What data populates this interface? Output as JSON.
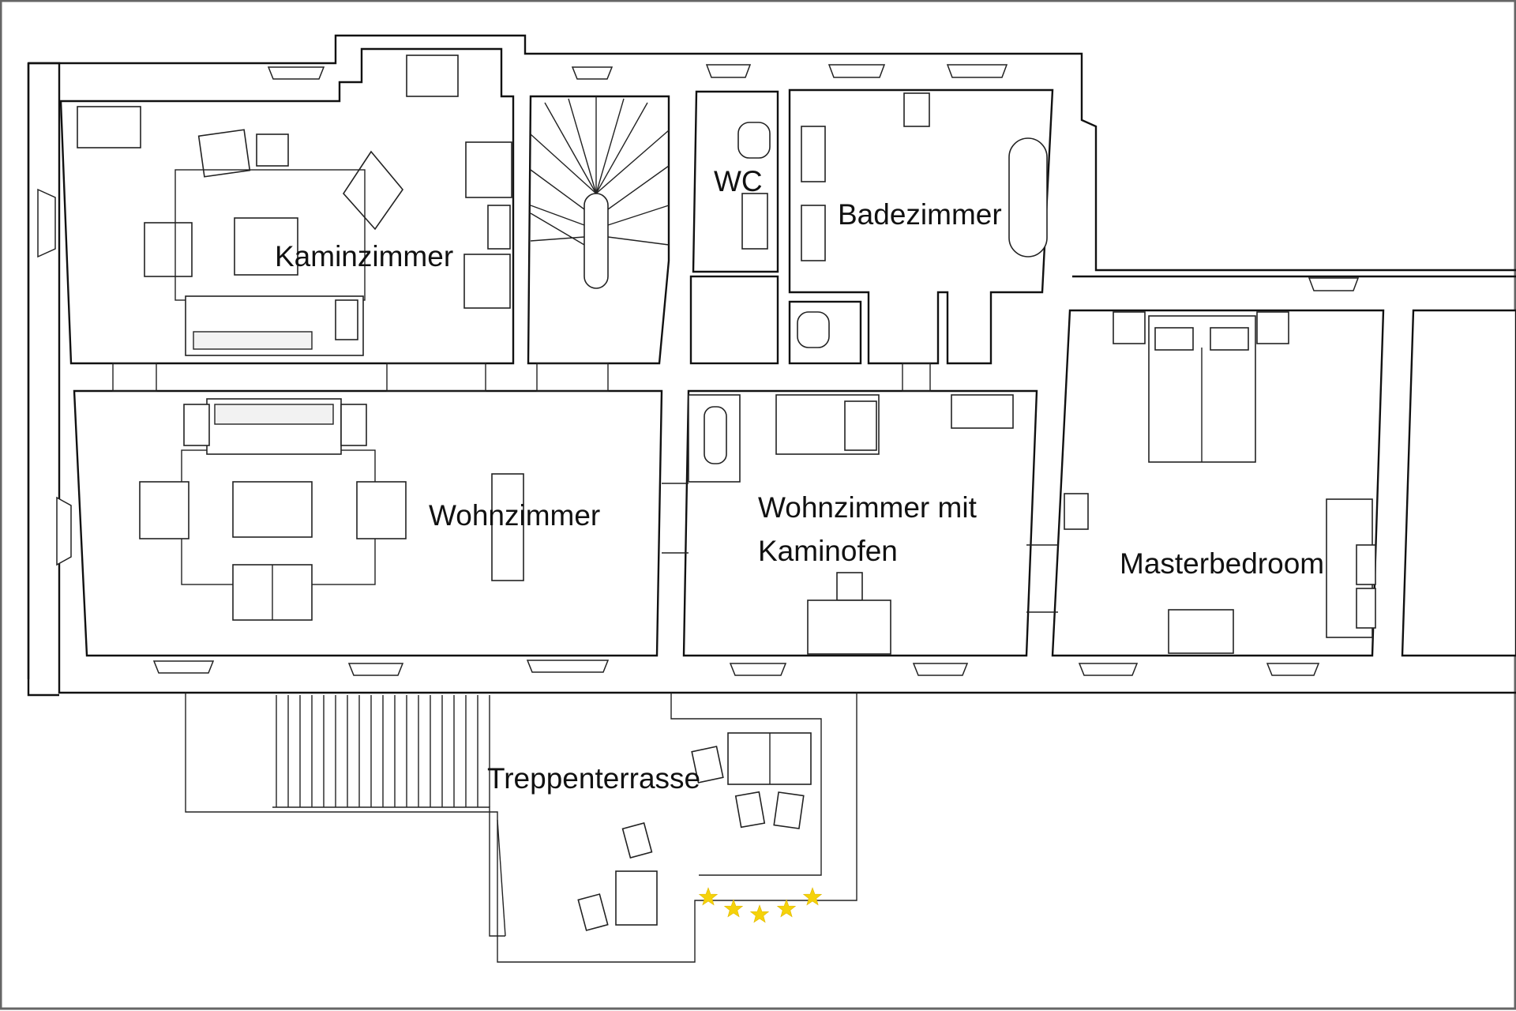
{
  "rooms": {
    "kaminzimmer": "Kaminzimmer",
    "wc": "WC",
    "badezimmer": "Badezimmer",
    "wohnzimmer": "Wohnzimmer",
    "wohnzimmer_kaminofen_line1": "Wohnzimmer mit",
    "wohnzimmer_kaminofen_line2": "Kaminofen",
    "masterbedroom": "Masterbedroom",
    "treppenterrasse": "Treppenterrasse"
  },
  "rating": {
    "stars": 5
  },
  "colors": {
    "wall": "#111111",
    "star": "#f5d20a",
    "background": "#ffffff"
  }
}
